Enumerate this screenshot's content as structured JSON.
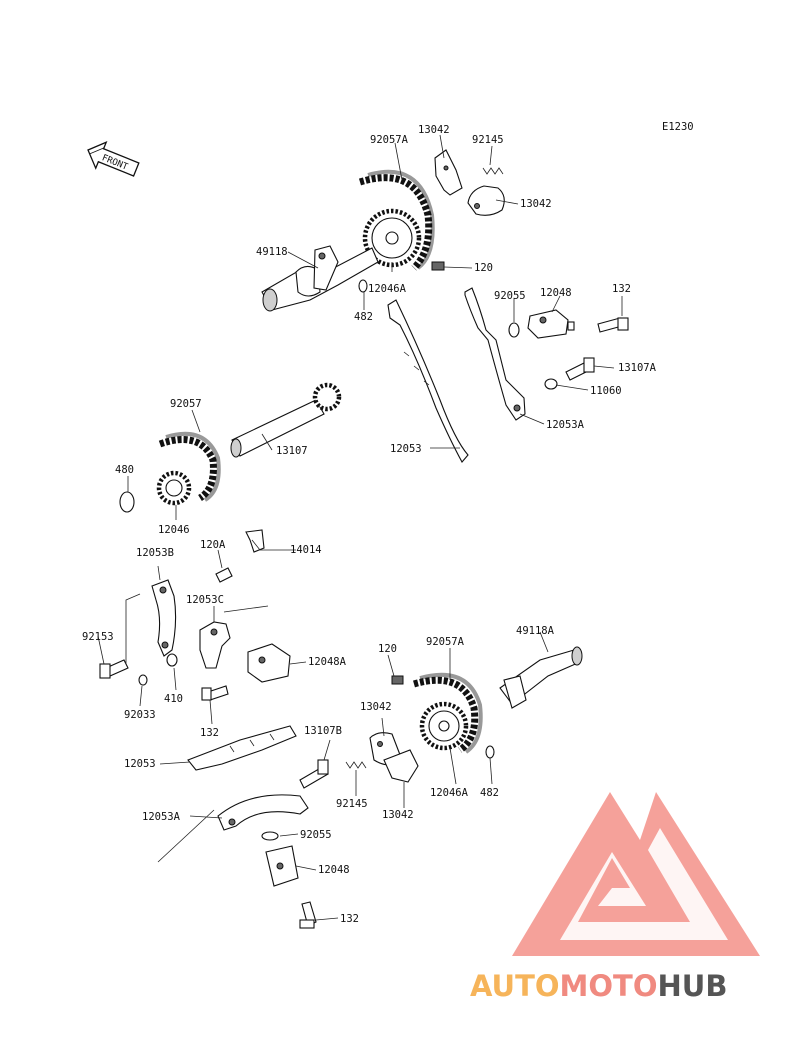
{
  "figure_code": "E1230",
  "front_arrow_text": "FRONT",
  "watermark": {
    "brand_part1": "AUTO",
    "brand_part2": "MOTO",
    "brand_part3": "HUB",
    "colors": {
      "auto": "#f6b45a",
      "moto": "#f08a80",
      "hub": "#555555",
      "logo": "#f59a92"
    }
  },
  "labels": {
    "l92057A_top": "92057A",
    "l13042_top": "13042",
    "l92145_top": "92145",
    "l13042_right": "13042",
    "l49118": "49118",
    "l120_top": "120",
    "l12046A_top": "12046A",
    "l482_top": "482",
    "l92055_top": "92055",
    "l12048_top": "12048",
    "l132_top": "132",
    "l13107A": "13107A",
    "l11060": "11060",
    "l12053A_top": "12053A",
    "l92057": "92057",
    "l13107": "13107",
    "l12053_mid": "12053",
    "l480": "480",
    "l12046": "12046",
    "l12053B": "12053B",
    "l120A": "120A",
    "l14014": "14014",
    "l12053C": "12053C",
    "l92153": "92153",
    "l12048A": "12048A",
    "l410": "410",
    "l92033": "92033",
    "l132_mid": "132",
    "l120_bot": "120",
    "l92057A_bot": "92057A",
    "l49118A": "49118A",
    "l13042_bot_top": "13042",
    "l13107B": "13107B",
    "l12053_bot": "12053",
    "l92145_bot": "92145",
    "l13042_bot": "13042",
    "l12046A_bot": "12046A",
    "l482_bot": "482",
    "l12053A_bot": "12053A",
    "l92055_bot": "92055",
    "l12048_bot": "12048",
    "l132_bot": "132"
  }
}
